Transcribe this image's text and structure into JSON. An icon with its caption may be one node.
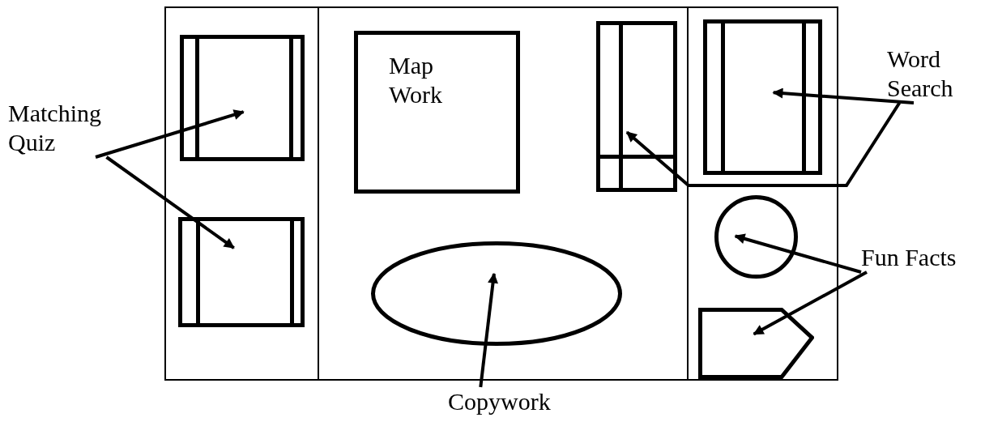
{
  "diagram": {
    "nodes": [
      {
        "text": [],
        "shape": "box"
      },
      {
        "text": [],
        "shape": "box"
      },
      {
        "text": [],
        "shape": "box"
      },
      {
        "text": [],
        "shape": "box",
        "in": 0
      },
      {
        "text": [],
        "shape": "box",
        "in": 0
      },
      {
        "text": [
          "Map Work"
        ],
        "in": 1
      },
      {
        "text": [],
        "shape": "box",
        "in": 1
      },
      {
        "text": [],
        "shape": "ellipse",
        "in": 1
      },
      {
        "text": [],
        "shape": "box",
        "in": 2
      },
      {
        "text": [],
        "shape": "circle",
        "in": 2
      },
      {
        "text": [],
        "shape": "pentagon",
        "in": 2
      },
      {
        "text": [
          "Matching Quiz"
        ]
      },
      {
        "text": [
          "Word Search"
        ]
      },
      {
        "text": [
          "Fun Facts"
        ]
      },
      {
        "text": [
          "Copywork"
        ]
      }
    ],
    "edges": [
      {
        "from": 11,
        "to": 3,
        "arrow": "to"
      },
      {
        "from": 11,
        "to": 4,
        "arrow": "to"
      },
      {
        "from": 12,
        "to": 8,
        "arrow": "to"
      },
      {
        "from": 12,
        "to": 6,
        "arrow": "to"
      },
      {
        "from": 13,
        "to": 9,
        "arrow": "to"
      },
      {
        "from": 13,
        "to": 10,
        "arrow": "to"
      },
      {
        "from": 14,
        "to": 7,
        "arrow": "to"
      }
    ]
  }
}
